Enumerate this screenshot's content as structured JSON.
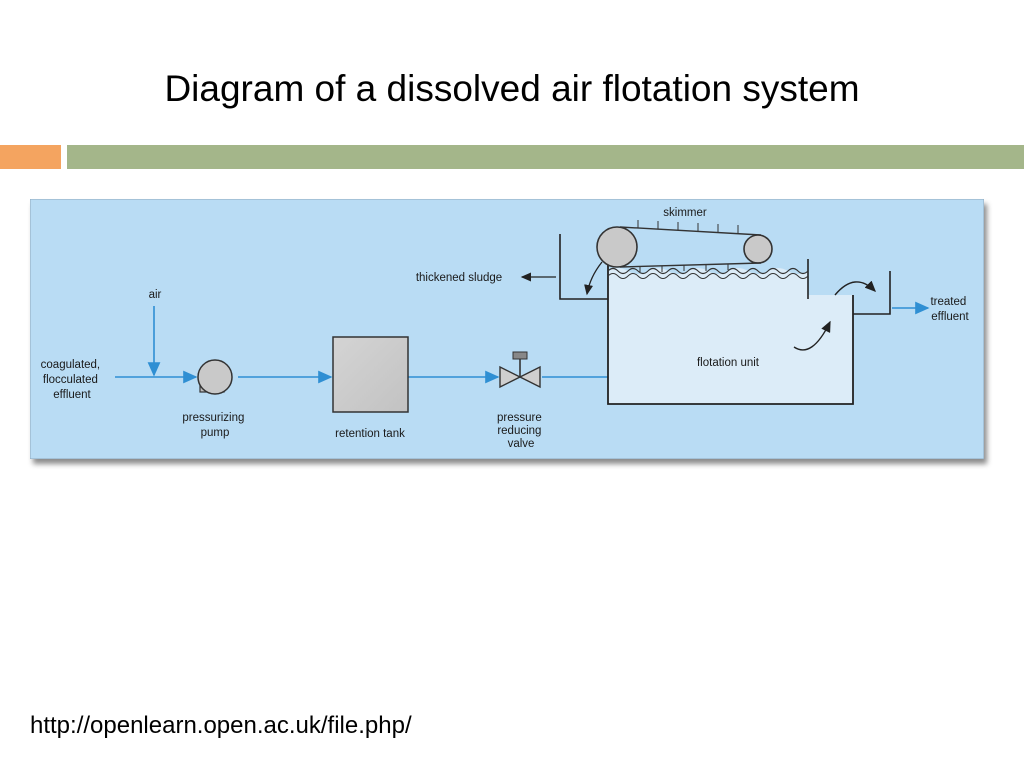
{
  "slide": {
    "title": "Diagram of a dissolved air flotation system",
    "source_url": "http://openlearn.open.ac.uk/file.php/"
  },
  "diagram": {
    "labels": {
      "inlet": [
        "coagulated,",
        "flocculated",
        "effluent"
      ],
      "air": "air",
      "pump": [
        "pressurizing",
        "pump"
      ],
      "retention_tank": "retention tank",
      "valve": [
        "pressure",
        "reducing",
        "valve"
      ],
      "flotation_unit": "flotation unit",
      "skimmer": "skimmer",
      "thickened_sludge": "thickened sludge",
      "treated_effluent": [
        "treated",
        "effluent"
      ]
    }
  },
  "colors": {
    "diagram_background": "#b9dcf4",
    "flow_arrow": "#2f8fd3",
    "accent_orange": "#f4a460",
    "accent_green": "#a4b68a"
  }
}
